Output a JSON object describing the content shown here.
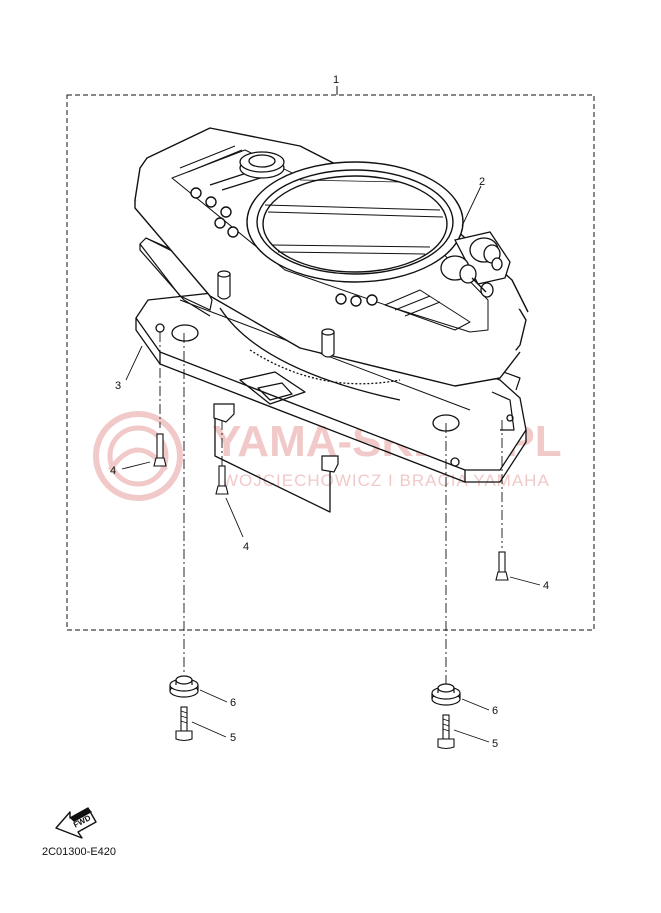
{
  "callouts": {
    "assembly": "1",
    "meter_window": "2",
    "gasket": "3",
    "screw_a": "4",
    "screw_b": "4",
    "screw_c": "4",
    "bolt_left": "5",
    "bolt_right": "5",
    "damper_left": "6",
    "damper_right": "6"
  },
  "watermark": {
    "main": "YAMA-SKLEP.PL",
    "sub": "WOJCIECHOWICZ I BRACIA YAMAHA"
  },
  "direction_label": "FWD",
  "diagram_code": "2C01300-E420",
  "colors": {
    "line": "#111111",
    "watermark": "#f1c9c9",
    "background": "#ffffff"
  }
}
